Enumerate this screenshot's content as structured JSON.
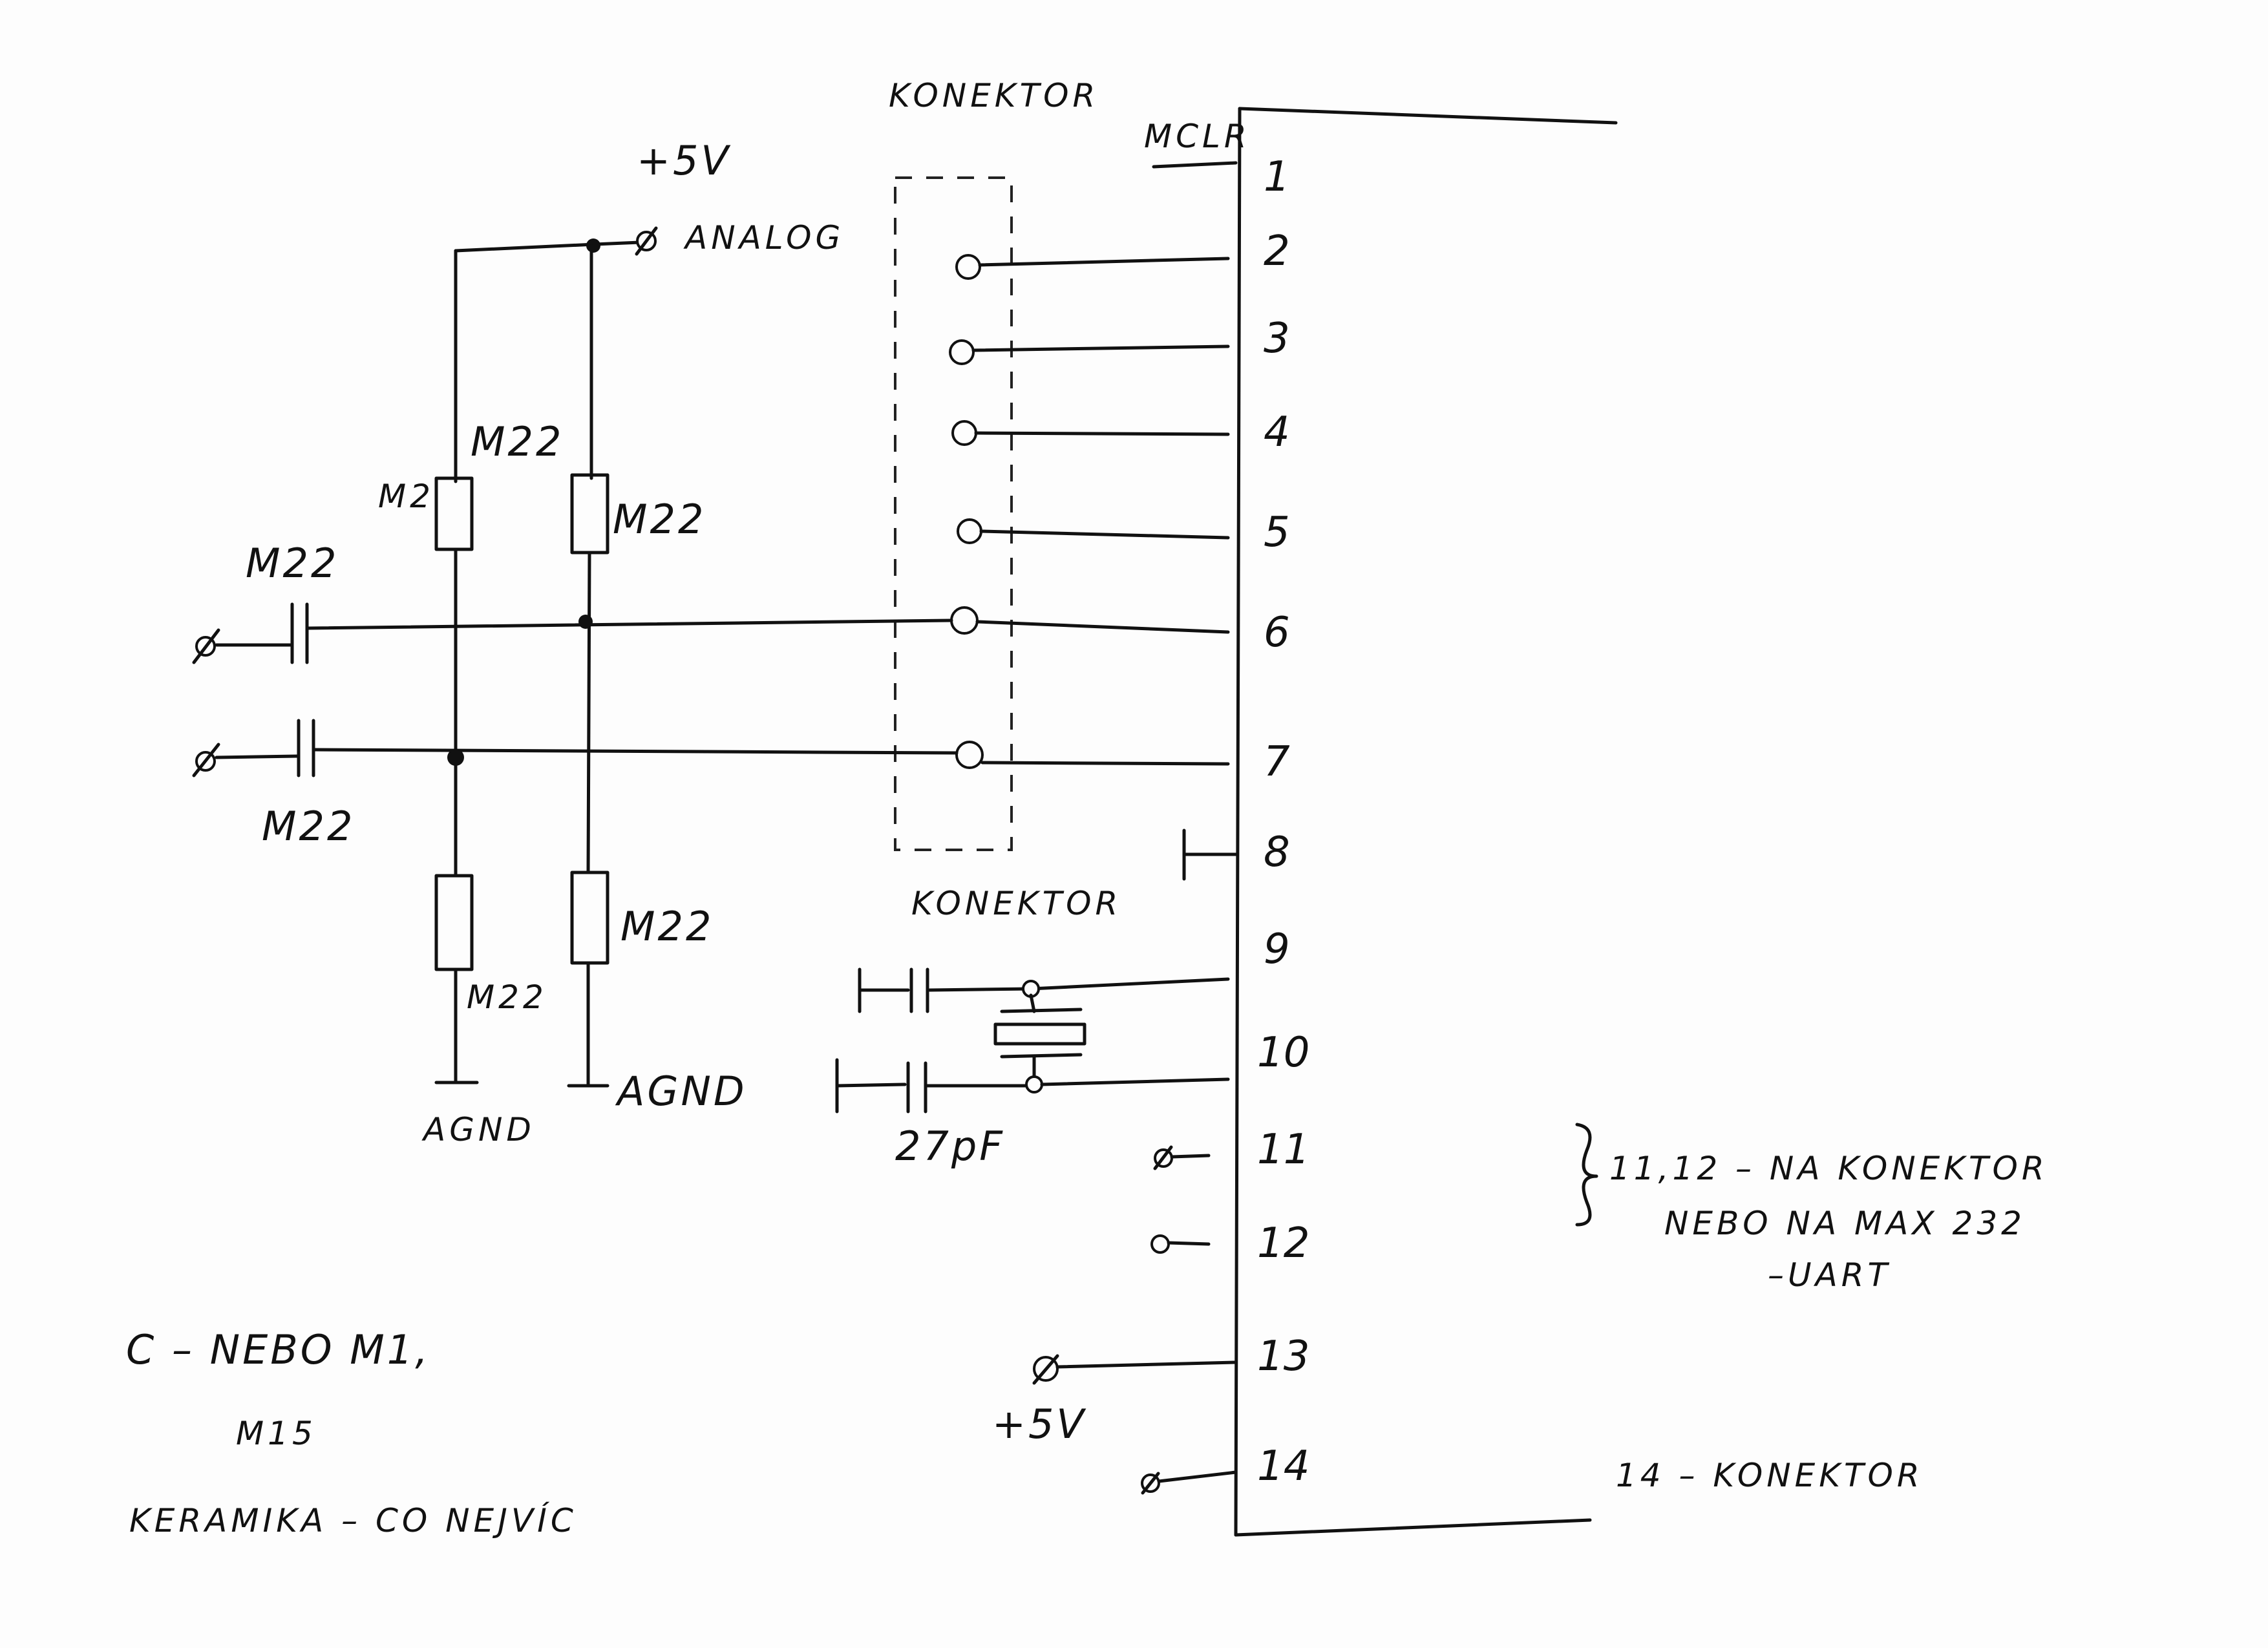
{
  "labels": {
    "konektor_top": "KONEKTOR",
    "konektor_bottom": "KONEKTOR",
    "mclr": "MCLR",
    "plus5v_top": "+5V",
    "analog": "ANALOG",
    "plus5v_bottom": "+5V",
    "res_top_left": "M22",
    "res_top_left_scribble": "M2",
    "res_top_right": "M22",
    "res_bottom_left": "M22",
    "res_bottom_right": "M22",
    "cap_top": "M22",
    "cap_bottom": "M22",
    "agnd_left": "AGND",
    "agnd_right": "AGND",
    "cap_27pf": "27pF"
  },
  "pins": [
    "1",
    "2",
    "3",
    "4",
    "5",
    "6",
    "7",
    "8",
    "9",
    "10",
    "11",
    "12",
    "13",
    "14"
  ],
  "notes": {
    "uart_line1": "11,12 – NA KONEKTOR",
    "uart_line2": "NEBO NA MAX 232",
    "uart_line3": "–UART",
    "pin14": "14 – KONEKTOR",
    "c_note1": "C – NEBO M1,",
    "c_note2": "M15",
    "c_note3": "KERAMIKA – CO NEJVÍC"
  }
}
